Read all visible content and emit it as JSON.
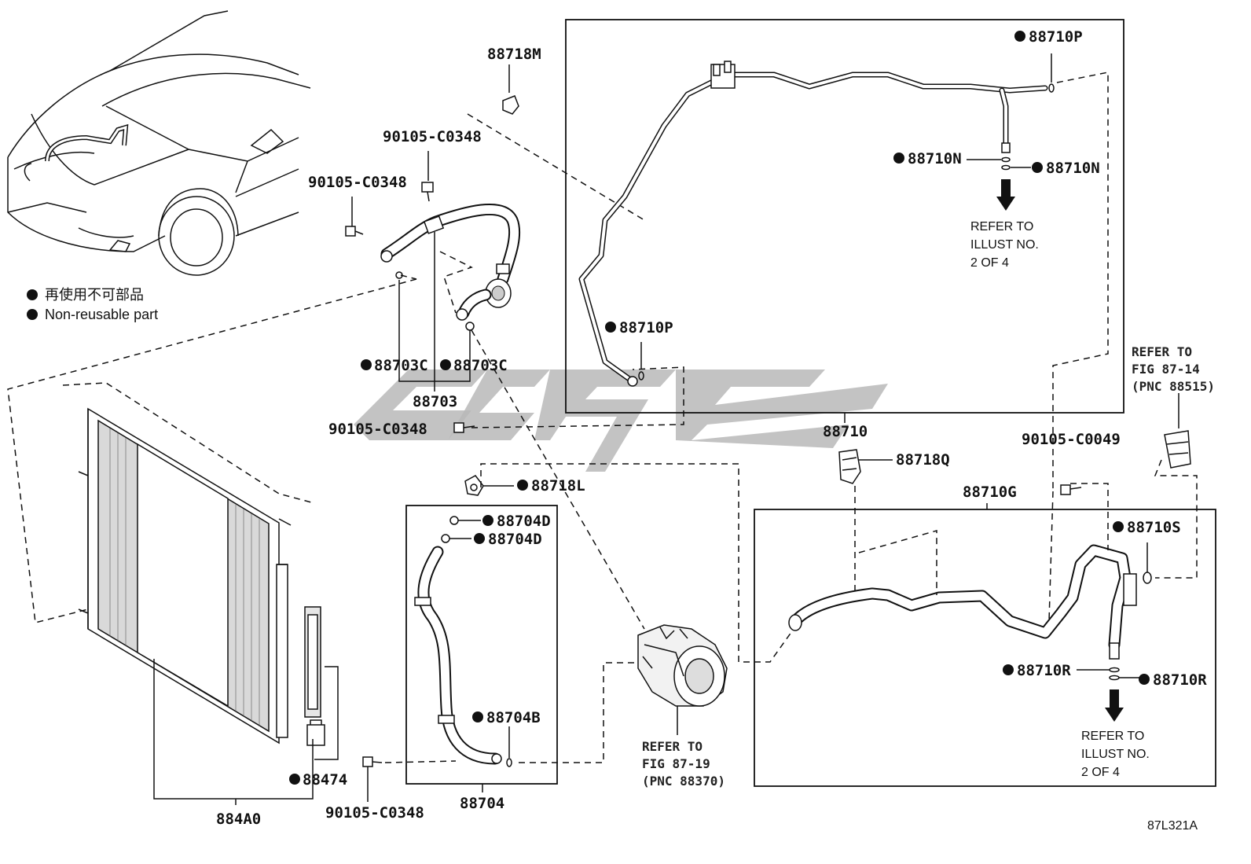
{
  "legend": {
    "jp": "再使用不可部品",
    "en": "Non-reusable part"
  },
  "figure_code": "87L321A",
  "parts": {
    "p88718M": "88718M",
    "p90105_a": "90105-C0348",
    "p90105_b": "90105-C0348",
    "p90105_c": "90105-C0348",
    "p90105_d": "90105-C0348",
    "p90105_e": "90105-C0049",
    "p88703C_a": "88703C",
    "p88703C_b": "88703C",
    "p88703": "88703",
    "p88710P_a": "88710P",
    "p88710P_b": "88710P",
    "p88710N_a": "88710N",
    "p88710N_b": "88710N",
    "p88710": "88710",
    "p88718Q": "88718Q",
    "p88710G": "88710G",
    "p88710S": "88710S",
    "p88710R_a": "88710R",
    "p88710R_b": "88710R",
    "p88718L": "88718L",
    "p88704D_a": "88704D",
    "p88704D_b": "88704D",
    "p88704B": "88704B",
    "p88704": "88704",
    "p88474": "88474",
    "p884A0": "884A0"
  },
  "refs": {
    "illust_a": [
      "REFER TO",
      "ILLUST NO.",
      "2 OF 4"
    ],
    "illust_b": [
      "REFER TO",
      "ILLUST NO.",
      "2 OF 4"
    ],
    "fig_87_14": [
      "REFER TO",
      "FIG 87-14",
      "(PNC 88515)"
    ],
    "fig_87_19": [
      "REFER TO",
      "FIG 87-19",
      "(PNC 88370)"
    ]
  }
}
